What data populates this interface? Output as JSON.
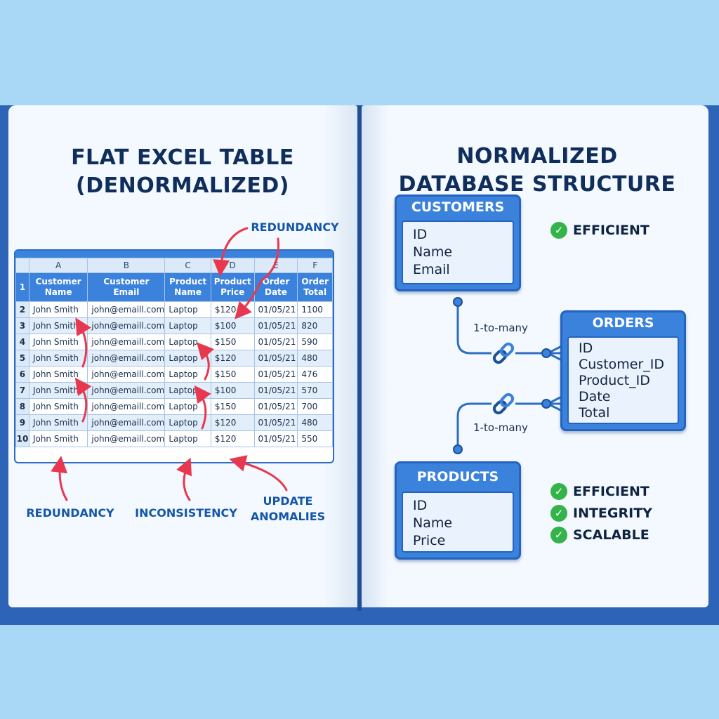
{
  "left_page": {
    "title_lines": [
      "FLAT EXCEL TABLE",
      "(DENORMALIZED)"
    ],
    "sheet": {
      "column_letters": [
        "A",
        "B",
        "C",
        "D",
        "E",
        "F"
      ],
      "header_row_number": "1",
      "headers": [
        [
          "Customer",
          "Name"
        ],
        [
          "Customer",
          "Email"
        ],
        [
          "Product",
          "Name"
        ],
        [
          "Product",
          "Price"
        ],
        [
          "Order",
          "Date"
        ],
        [
          "Order",
          "Total"
        ]
      ],
      "rows": [
        {
          "num": "2",
          "cells": [
            "John Smith",
            "john@emaill.com",
            "Laptop",
            "$120",
            "01/05/21",
            "1100"
          ]
        },
        {
          "num": "3",
          "cells": [
            "John Smith",
            "john@emaill.com",
            "Laptop",
            "$100",
            "01/05/21",
            "820"
          ]
        },
        {
          "num": "4",
          "cells": [
            "John Smith",
            "john@emaill.com",
            "Laptop",
            "$150",
            "01/05/21",
            "590"
          ]
        },
        {
          "num": "5",
          "cells": [
            "John Smith",
            "john@emaill.com",
            "Laptop",
            "$120",
            "01/05/21",
            "480"
          ]
        },
        {
          "num": "6",
          "cells": [
            "John Smith",
            "john@emaill.com",
            "Laptop",
            "$150",
            "01/05/21",
            "476"
          ]
        },
        {
          "num": "7",
          "cells": [
            "John Smith",
            "john@emaill.com",
            "Laptop",
            "$100",
            "01/05/21",
            "570"
          ]
        },
        {
          "num": "8",
          "cells": [
            "John Smith",
            "john@emaill.com",
            "Laptop",
            "$150",
            "01/05/21",
            "700"
          ]
        },
        {
          "num": "9",
          "cells": [
            "John Smith",
            "john@emaill.com",
            "Laptop",
            "$120",
            "01/05/21",
            "480"
          ]
        },
        {
          "num": "10",
          "cells": [
            "John Smith",
            "john@emaill.com",
            "Laptop",
            "$120",
            "01/05/21",
            "550"
          ]
        }
      ]
    },
    "callouts": {
      "redundancy_top": "REDUNDANCY",
      "redundancy_bottom": "REDUNDANCY",
      "inconsistency": "INCONSISTENCY",
      "update_anomalies": [
        "UPDATE",
        "ANOMALIES"
      ]
    }
  },
  "right_page": {
    "title_lines": [
      "NORMALIZED",
      "DATABASE STRUCTURE"
    ],
    "entities": {
      "customers": {
        "name": "CUSTOMERS",
        "fields": [
          "ID",
          "Name",
          "Email"
        ]
      },
      "orders": {
        "name": "ORDERS",
        "fields": [
          "ID",
          "Customer_ID",
          "Product_ID",
          "Date",
          "Total"
        ]
      },
      "products": {
        "name": "PRODUCTS",
        "fields": [
          "ID",
          "Name",
          "Price"
        ]
      }
    },
    "relations": {
      "customers_orders": "1-to-many",
      "products_orders": "1-to-many"
    },
    "benefits_top": [
      "EFFICIENT"
    ],
    "benefits_bottom": [
      "EFFICIENT",
      "INTEGRITY",
      "SCALABLE"
    ]
  },
  "colors": {
    "accent_blue": "#3b82dd",
    "arrow_red": "#e8384f",
    "check_green": "#34b34a",
    "title_navy": "#0f2e5c"
  },
  "icons": [
    "chain-link-icon",
    "check-circle-icon",
    "red-arrow-icon"
  ]
}
